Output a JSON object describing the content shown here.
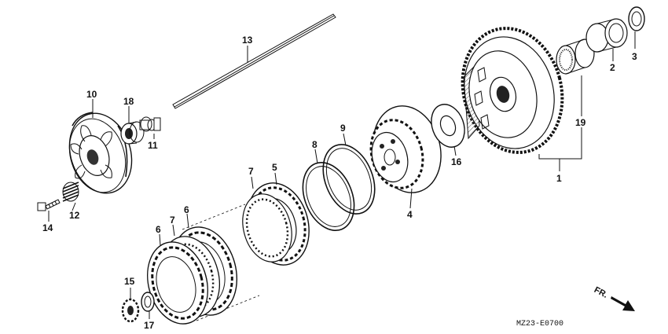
{
  "diagram": {
    "callouts": {
      "p1": "1",
      "p2": "2",
      "p3": "3",
      "p4": "4",
      "p5": "5",
      "p6a": "6",
      "p6b": "6",
      "p7a": "7",
      "p7b": "7",
      "p8": "8",
      "p9": "9",
      "p10": "10",
      "p11": "11",
      "p12": "12",
      "p13": "13",
      "p14": "14",
      "p15": "15",
      "p16": "16",
      "p17": "17",
      "p18": "18",
      "p19": "19"
    },
    "front_label": "FR.",
    "drawing_code": "MZ23-E0700"
  }
}
